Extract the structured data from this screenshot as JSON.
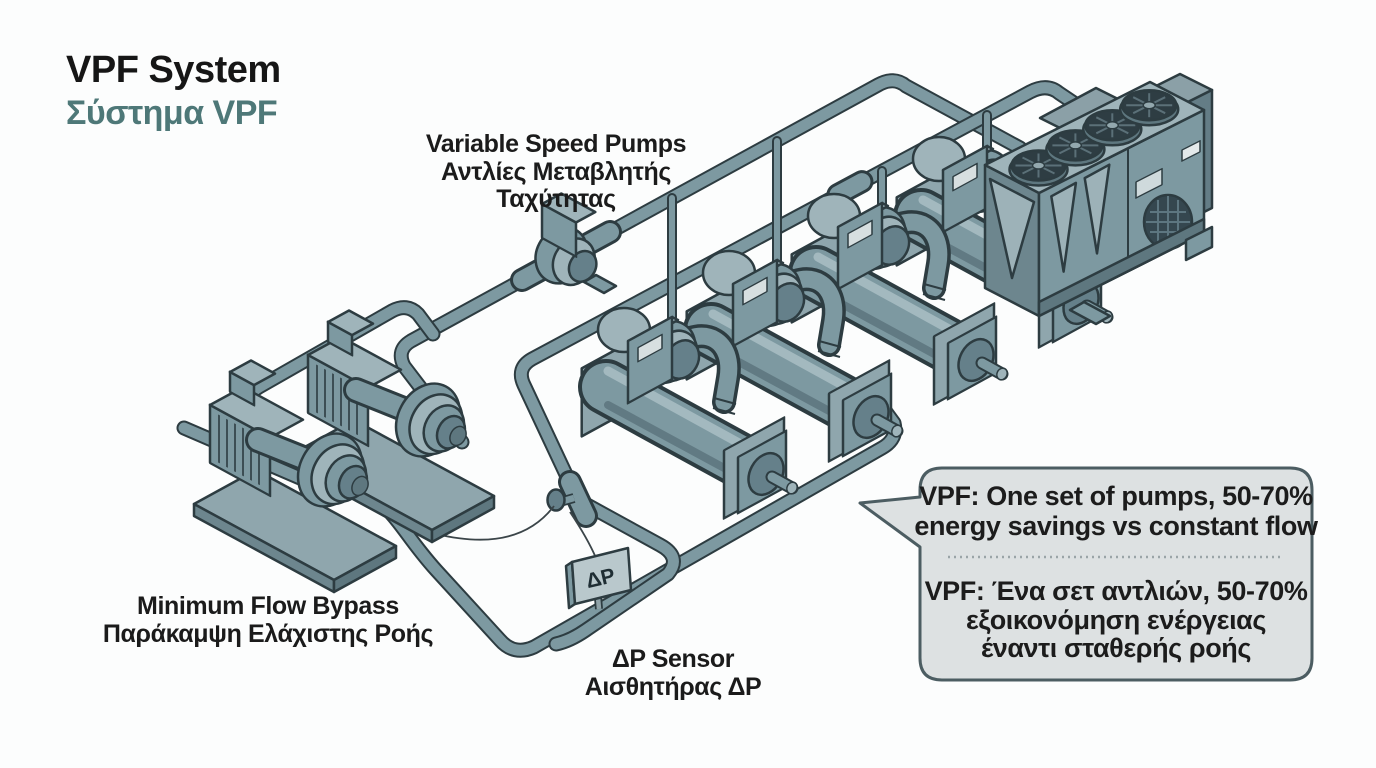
{
  "title": {
    "main": "VPF System",
    "sub": "Σύστημα VPF"
  },
  "labels": {
    "variable_speed_pumps": {
      "en": "Variable Speed Pumps",
      "el1": "Αντλίες Μεταβλητής",
      "el2": "Ταχύτητας"
    },
    "minimum_flow_bypass": {
      "en": "Minimum Flow Bypass",
      "el": "Παράκαμψη Ελάχιστης Ροής"
    },
    "dp_sensor": {
      "en": "ΔP Sensor",
      "el": "Αισθητήρας ΔP",
      "tag": "ΔP"
    }
  },
  "callout": {
    "en": {
      "line1": "VPF: One set of pumps, 50-70%",
      "line2": "energy savings vs constant flow"
    },
    "el": {
      "line1": "VPF: Ένα σετ αντλιών, 50-70%",
      "line2": "εξοικονόμηση ενέργειας",
      "line3": "έναντι σταθερής ροής"
    }
  },
  "colors": {
    "pipe": "#7d99a1",
    "outline": "#2d3c41",
    "subtitle": "#4e7878",
    "callout_bg": "#dde1e2",
    "callout_border": "#4c5d62",
    "text": "#1b1b1b"
  }
}
